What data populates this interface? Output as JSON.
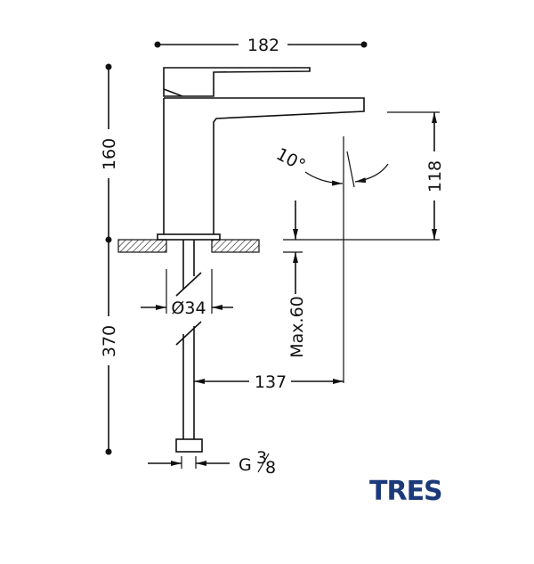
{
  "drawing": {
    "dimensions": {
      "width_total": "182",
      "height_top": "160",
      "height_below": "370",
      "spout_height": "118",
      "angle": "10°",
      "hole_diameter": "Ø34",
      "max_thickness": "Max.60",
      "spout_reach": "137",
      "connection_prefix": "G",
      "connection_num": "3",
      "connection_den": "8"
    }
  },
  "brand": {
    "name": "TRES",
    "color": "#1c3a7a"
  },
  "colors": {
    "line": "#111111"
  }
}
